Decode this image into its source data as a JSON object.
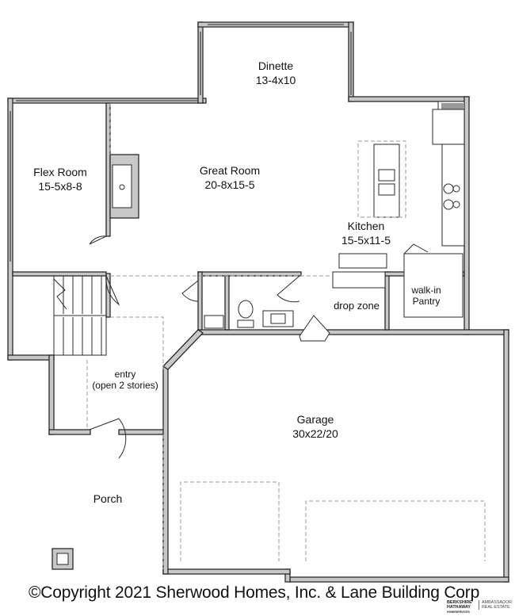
{
  "rooms": {
    "dinette": {
      "name": "Dinette",
      "dims": "13-4x10"
    },
    "flex_room": {
      "name": "Flex Room",
      "dims": "15-5x8-8"
    },
    "great_room": {
      "name": "Great Room",
      "dims": "20-8x15-5"
    },
    "kitchen": {
      "name": "Kitchen",
      "dims": "15-5x11-5"
    },
    "walk_in_pantry": {
      "line1": "walk-in",
      "line2": "Pantry"
    },
    "drop_zone": {
      "name": "drop zone"
    },
    "entry": {
      "line1": "entry",
      "line2": "(open 2 stories)"
    },
    "garage": {
      "name": "Garage",
      "dims": "30x22/20"
    },
    "porch": {
      "name": "Porch"
    }
  },
  "footer": {
    "copyright": "©Copyright 2021 Sherwood Homes, Inc. & Lane Building Corp"
  },
  "logo": {
    "left_line1": "BERKSHIRE",
    "left_line2": "HATHAWAY",
    "left_line3": "HOMESERVICES",
    "right_line1": "AMBASSADOR",
    "right_line2": "REAL ESTATE"
  },
  "colors": {
    "wall_fill": "#c8c8c8",
    "wall_stroke": "#2a2a2a",
    "dashed_line": "#9a9a9a",
    "background": "#ffffff"
  }
}
